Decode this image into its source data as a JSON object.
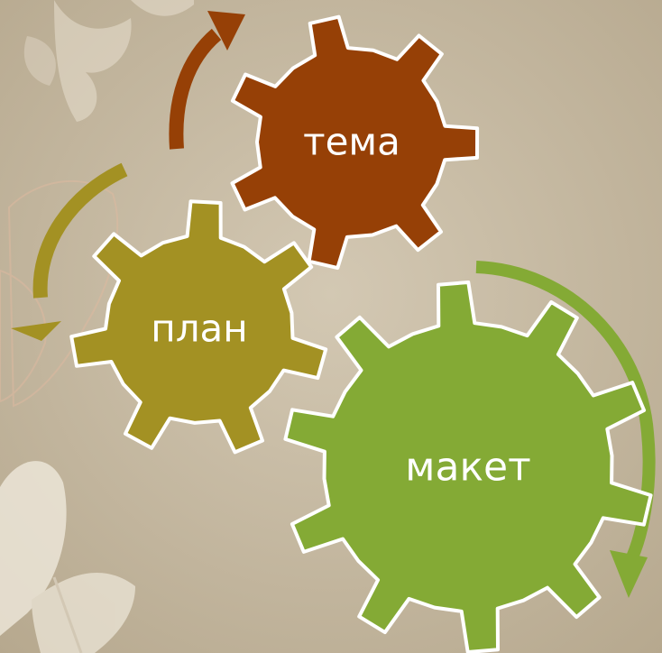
{
  "diagram": {
    "gears": [
      {
        "id": "tema",
        "label": "тема",
        "color": "#964006"
      },
      {
        "id": "plan",
        "label": "план",
        "color": "#a39123"
      },
      {
        "id": "maket",
        "label": "макет",
        "color": "#84aa35"
      }
    ],
    "arrows": [
      {
        "id": "arrow-to-tema",
        "color": "#964006"
      },
      {
        "id": "arrow-to-plan",
        "color": "#a39123"
      },
      {
        "id": "arrow-to-maket",
        "color": "#84aa35"
      }
    ],
    "outline_color": "#ffffff",
    "background_color": "#c8bba4"
  }
}
